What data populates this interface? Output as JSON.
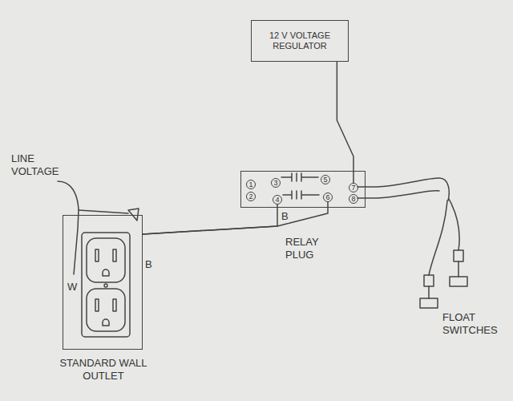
{
  "diagram": {
    "nodes": [
      {
        "text": [
          "12 V VOLTAGE REGULATOR"
        ]
      },
      {
        "text": [
          "RELAY PLUG"
        ]
      },
      {
        "text": [
          "1"
        ],
        "in": 1
      },
      {
        "text": [
          "2"
        ],
        "in": 1
      },
      {
        "text": [
          "3"
        ],
        "in": 1
      },
      {
        "text": [
          "4"
        ],
        "in": 1
      },
      {
        "text": [
          "5"
        ],
        "in": 1
      },
      {
        "text": [
          "6"
        ],
        "in": 1
      },
      {
        "text": [
          "7"
        ],
        "in": 1
      },
      {
        "text": [
          "8"
        ],
        "in": 1
      },
      {
        "text": [
          "STANDARD WALL OUTLET"
        ]
      }
    ],
    "edges": [
      {
        "from": 0,
        "to": 8,
        "arrow": "none"
      },
      {
        "from": 5,
        "to": 10,
        "arrow": "none"
      },
      {
        "from": 7,
        "to": 10,
        "arrow": "none"
      }
    ],
    "labels": [
      "LINE VOLTAGE",
      "B",
      "B",
      "W",
      "FLOAT SWITCHES"
    ]
  }
}
